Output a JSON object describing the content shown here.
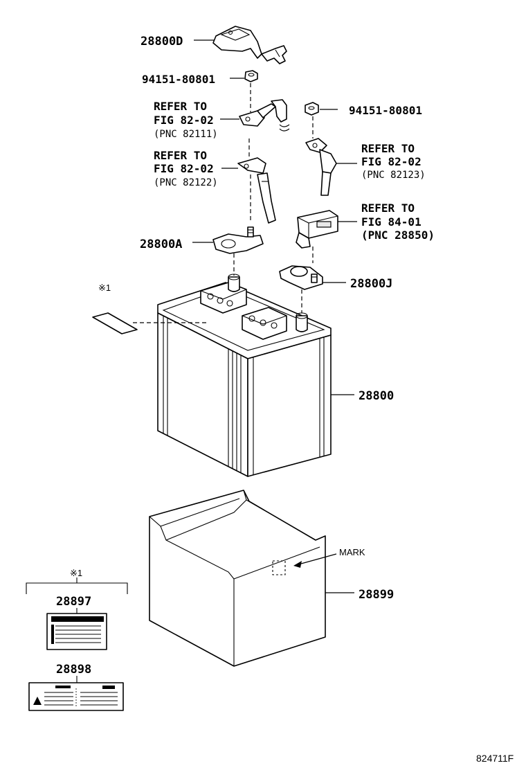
{
  "labels": {
    "cover_top": "28800D",
    "nut_left": "94151-80801",
    "nut_right": "94151-80801",
    "refer_a_1": "REFER TO",
    "refer_a_2": "FIG 82-02",
    "refer_a_3": "(PNC 82111)",
    "refer_b_1": "REFER TO",
    "refer_b_2": "FIG 82-02",
    "refer_b_3": "(PNC 82122)",
    "refer_c_1": "REFER TO",
    "refer_c_2": "FIG 82-02",
    "refer_c_3": "(PNC 82123)",
    "refer_d_1": "REFER TO",
    "refer_d_2": "FIG 84-01",
    "refer_d_3": "(PNC 28850)",
    "clamp_neg": "28800A",
    "clamp_pos": "28800J",
    "battery": "28800",
    "tray": "28899",
    "mark": "MARK",
    "note_ref_top": "※1",
    "note_ref_box": "※1",
    "label_a": "28897",
    "label_b": "28898",
    "figure_code": "824711F"
  }
}
